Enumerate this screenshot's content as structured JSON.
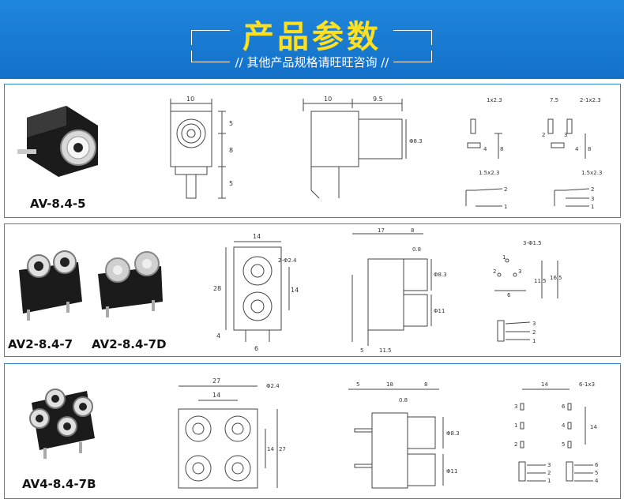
{
  "header": {
    "title": "产品参数",
    "subtitle": "// 其他产品规格请旺旺咨询 //",
    "colors": {
      "banner": "#1f87dc",
      "title": "#ffe021",
      "border": "#2e86d1"
    }
  },
  "products": [
    {
      "label": "AV-8.4-5",
      "dims": {
        "front_w": "10",
        "front_h1": "5",
        "front_h2": "8",
        "front_h3": "5",
        "side_w1": "10",
        "side_w2": "9.5",
        "side_dia": "Φ8.3",
        "pad": "1x2.3",
        "pad2": "1.5x2.3",
        "pad_h1": "4",
        "pad_h2": "8",
        "pad2_w": "7.5",
        "pad2_n": "2-1x2.3",
        "pad2_l2": "2",
        "pad2_l3": "3",
        "pin1": "1",
        "pin2": "2",
        "pin3": "3"
      }
    },
    {
      "label_a": "AV2-8.4-7",
      "label_b": "AV2-8.4-7D",
      "dims": {
        "w": "14",
        "h": "28",
        "hole": "2-Φ2.4",
        "side14": "14",
        "bot4": "4",
        "bot6": "6",
        "s17": "17",
        "s8": "8",
        "s08": "0.8",
        "dia83": "Φ8.3",
        "dia11": "Φ11",
        "s5": "5",
        "s115": "11.5",
        "h3": "3-Φ1.5",
        "h6": "6",
        "h115v": "11.5",
        "h165": "16.5",
        "p1": "1",
        "p2": "2",
        "p3": "3"
      }
    },
    {
      "label": "AV4-8.4-7B",
      "dims": {
        "w27": "27",
        "w14": "14",
        "dia24": "Φ2.4",
        "h14": "14",
        "h27": "27",
        "s5": "5",
        "s18": "18",
        "s8": "8",
        "s08": "0.8",
        "dia83": "Φ8.3",
        "dia11": "Φ11",
        "pw14": "14",
        "pn": "6-1x3",
        "ph14": "14",
        "p1": "1",
        "p2": "2",
        "p3": "3",
        "p4": "4",
        "p5": "5",
        "p6": "6"
      }
    }
  ]
}
